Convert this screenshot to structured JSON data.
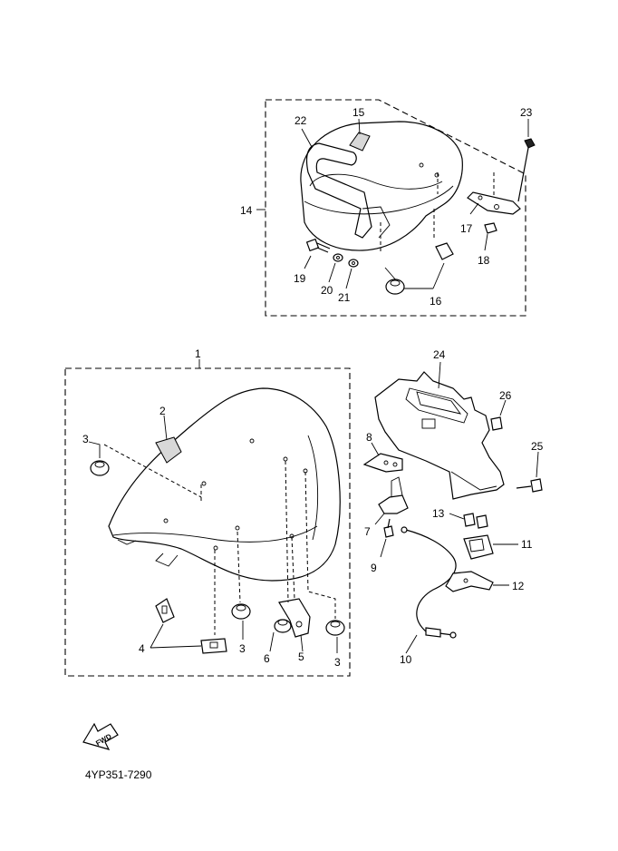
{
  "labels": {
    "p1": "1",
    "p2": "2",
    "p3a": "3",
    "p3b": "3",
    "p3c": "3",
    "p4": "4",
    "p5": "5",
    "p6": "6",
    "p7": "7",
    "p8": "8",
    "p9": "9",
    "p10": "10",
    "p11": "11",
    "p12": "12",
    "p13": "13",
    "p14": "14",
    "p15": "15",
    "p16": "16",
    "p17": "17",
    "p18": "18",
    "p19": "19",
    "p20": "20",
    "p21": "21",
    "p22": "22",
    "p23": "23",
    "p24": "24",
    "p25": "25",
    "p26": "26"
  },
  "fwd_text": "FWD",
  "diagram_code": "4YP351-7290"
}
